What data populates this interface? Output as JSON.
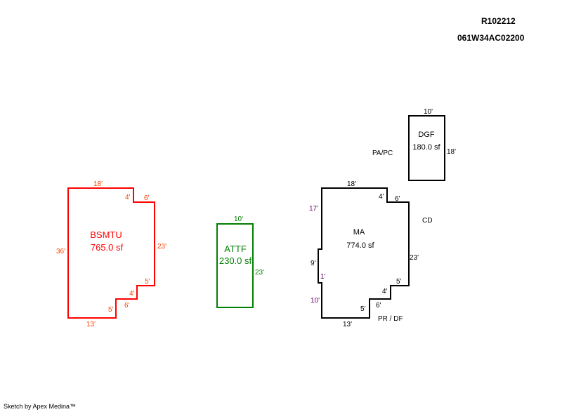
{
  "header": {
    "record_id": "R102212",
    "map_number": "061W34AC02200"
  },
  "footer": "Sketch by Apex Medina™",
  "colors": {
    "bsmtu": "#ff0000",
    "bsmtu_label": "#ff4400",
    "attf": "#008000",
    "ma": "#000000",
    "ma_purple": "#660066"
  },
  "areas": {
    "bsmtu": {
      "name": "BSMTU",
      "area": "765.0 sf",
      "dims": [
        "18'",
        "4'",
        "6'",
        "23'",
        "5'",
        "4'",
        "6'",
        "5'",
        "13'",
        "36'"
      ]
    },
    "attf": {
      "name": "ATTF",
      "area": "230.0 sf",
      "dims": [
        "10'",
        "23'"
      ]
    },
    "ma": {
      "name": "MA",
      "area": "774.0 sf",
      "dims": [
        "18'",
        "4'",
        "6'",
        "23'",
        "5'",
        "4'",
        "6'",
        "5'",
        "13'",
        "10'",
        "1'",
        "9'",
        "17'"
      ]
    },
    "dgf": {
      "name": "DGF",
      "area": "180.0 sf",
      "dims": [
        "10'",
        "18'"
      ]
    }
  },
  "annotations": {
    "pa_pc": "PA/PC",
    "cd": "CD",
    "pr_df": "PR / DF"
  }
}
